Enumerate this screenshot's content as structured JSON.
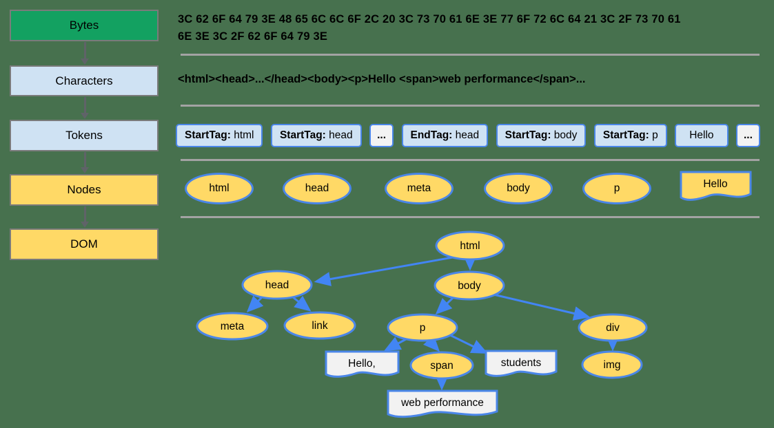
{
  "title": "Browser parsing pipeline diagram",
  "palette": {
    "background": "#47714E",
    "stage_green": "#13A161",
    "stage_light_blue": "#CFE2F3",
    "stage_yellow": "#FFD966",
    "node_border_blue": "#4A86E8",
    "arrow_blue": "#4285F4",
    "separator_gray": "#A3A3A3",
    "stage_border_gray": "#7B7B7B",
    "text_node_fill": "#F2F2F2",
    "token_white": "#F3F3F3",
    "text_color": "#000000"
  },
  "stages": [
    "Bytes",
    "Characters",
    "Tokens",
    "Nodes",
    "DOM"
  ],
  "bytes": {
    "line1": "3C 62 6F 64 79 3E 48 65 6C 6C 6F 2C 20 3C 73 70 61 6E 3E 77 6F 72 6C 64 21 3C 2F 73 70 61",
    "line2": "6E 3E 3C 2F 62 6F 64 79 3E"
  },
  "characters": {
    "text": "<html><head>...</head><body><p>Hello <span>web performance</span>..."
  },
  "tokens": {
    "items": [
      {
        "bold": "StartTag:",
        "rest": " html"
      },
      {
        "bold": "StartTag:",
        "rest": " head"
      },
      {
        "text": "..."
      },
      {
        "bold": "EndTag:",
        "rest": " head"
      },
      {
        "bold": "StartTag:",
        "rest": " body"
      },
      {
        "bold": "StartTag:",
        "rest": " p"
      },
      {
        "text": "Hello"
      },
      {
        "text": "..."
      }
    ]
  },
  "nodes_row": {
    "ellipses": [
      "html",
      "head",
      "meta",
      "body",
      "p"
    ],
    "text_node": "Hello"
  },
  "dom_tree": {
    "html": "html",
    "head": "head",
    "body": "body",
    "meta": "meta",
    "link": "link",
    "p": "p",
    "div": "div",
    "span": "span",
    "img": "img",
    "text_hello": "Hello,",
    "text_students": "students",
    "text_webperf": "web performance"
  }
}
